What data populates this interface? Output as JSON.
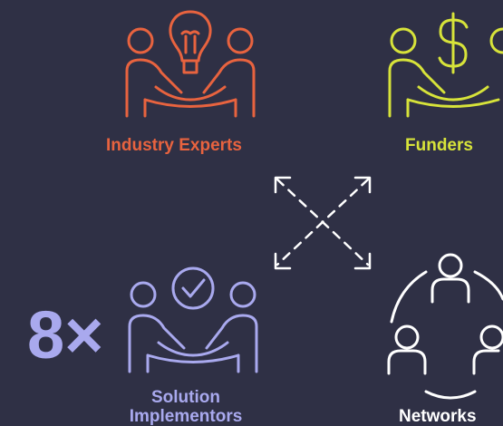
{
  "groups": {
    "experts": {
      "label": "Industry Experts",
      "color": "#e8633f",
      "icon": "lightbulb-handshake-icon"
    },
    "funders": {
      "label": "Funders",
      "color": "#d7e33a",
      "icon": "dollar-handshake-icon"
    },
    "implementors": {
      "label": "Solution\nImplementors",
      "label_line1": "Solution",
      "label_line2": "Implementors",
      "color": "#a9a9ee",
      "icon": "checkmark-handshake-icon"
    },
    "networks": {
      "label": "Networks",
      "color": "#ffffff",
      "icon": "people-circle-icon"
    }
  },
  "multiplier": "8×",
  "arrows_color": "#ffffff"
}
